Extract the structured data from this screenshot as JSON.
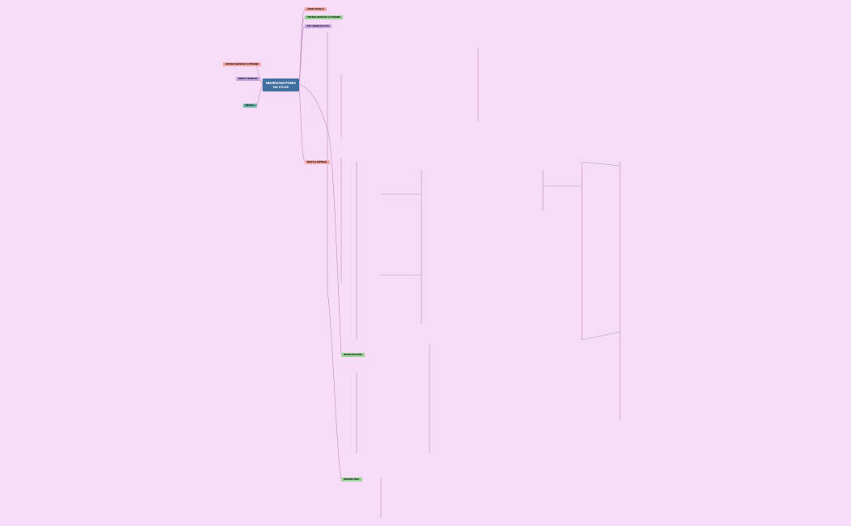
{
  "central": {
    "line1": "NEUROANATOMIA",
    "line2": "tec F1-U2"
  },
  "right_top_topics": [
    {
      "label": "PONTO NOVELO",
      "color": "#f2a7a7"
    },
    {
      "label": "SISTEMA NERVOSO AUTONOMO",
      "color": "#9ad39a"
    },
    {
      "label": "ETC VARIOS ETC ETC",
      "color": "#c9a7e3"
    }
  ],
  "left_topics": [
    {
      "label": "SISTEMA NERVOSO AUTONOMO",
      "color": "#f2a7a7"
    },
    {
      "label": "NERVO CRANIANO",
      "color": "#c9a7e3"
    },
    {
      "label": "MEDULA",
      "color": "#6fb7a8"
    },
    {
      "label": "MEDULA ESPINHAL",
      "color": "#f2a7a7"
    }
  ],
  "bottom_topics": [
    {
      "label": "NEUROANATOMIA",
      "color": "#9ad39a"
    },
    {
      "label": "RESUMO FINAL",
      "color": "#9ad39a"
    }
  ],
  "colors": {
    "background": "#f7dcf7",
    "central": "#3f6f9e",
    "line": "#c08fc0",
    "line_right": "#a7a0d8",
    "text": "#6b4a6b"
  }
}
